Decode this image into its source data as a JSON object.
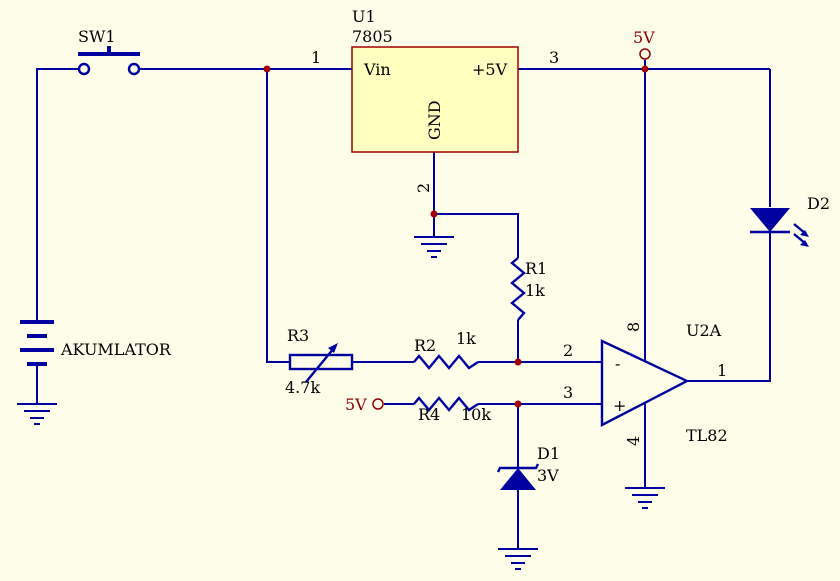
{
  "colors": {
    "background": "#fdfdea",
    "wire": "#0000a0",
    "junction": "#a00000",
    "power_label": "#8b0000",
    "regulator_fill": "#ffffc0",
    "regulator_border": "#a00000"
  },
  "switch": {
    "ref": "SW1"
  },
  "battery": {
    "label": "AKUMLATOR"
  },
  "regulator": {
    "ref": "U1",
    "value": "7805",
    "pin_vin": "Vin",
    "pin_out": "+5V",
    "pin_gnd": "GND",
    "pin1": "1",
    "pin2": "2",
    "pin3": "3"
  },
  "power_top": {
    "label": "5V"
  },
  "power_left": {
    "label": "5V"
  },
  "r1": {
    "ref": "R1",
    "value": "1k"
  },
  "r2": {
    "ref": "R2",
    "value": "1k"
  },
  "r3": {
    "ref": "R3",
    "value": "4.7k"
  },
  "r4": {
    "ref": "R4",
    "value": "10k"
  },
  "d1": {
    "ref": "D1",
    "value": "3V"
  },
  "d2": {
    "ref": "D2"
  },
  "opamp": {
    "ref": "U2A",
    "value": "TL82",
    "minus": "-",
    "plus": "+",
    "pin_inv": "2",
    "pin_noninv": "3",
    "pin_out": "1",
    "pin_vcc": "8",
    "pin_gnd": "4"
  }
}
